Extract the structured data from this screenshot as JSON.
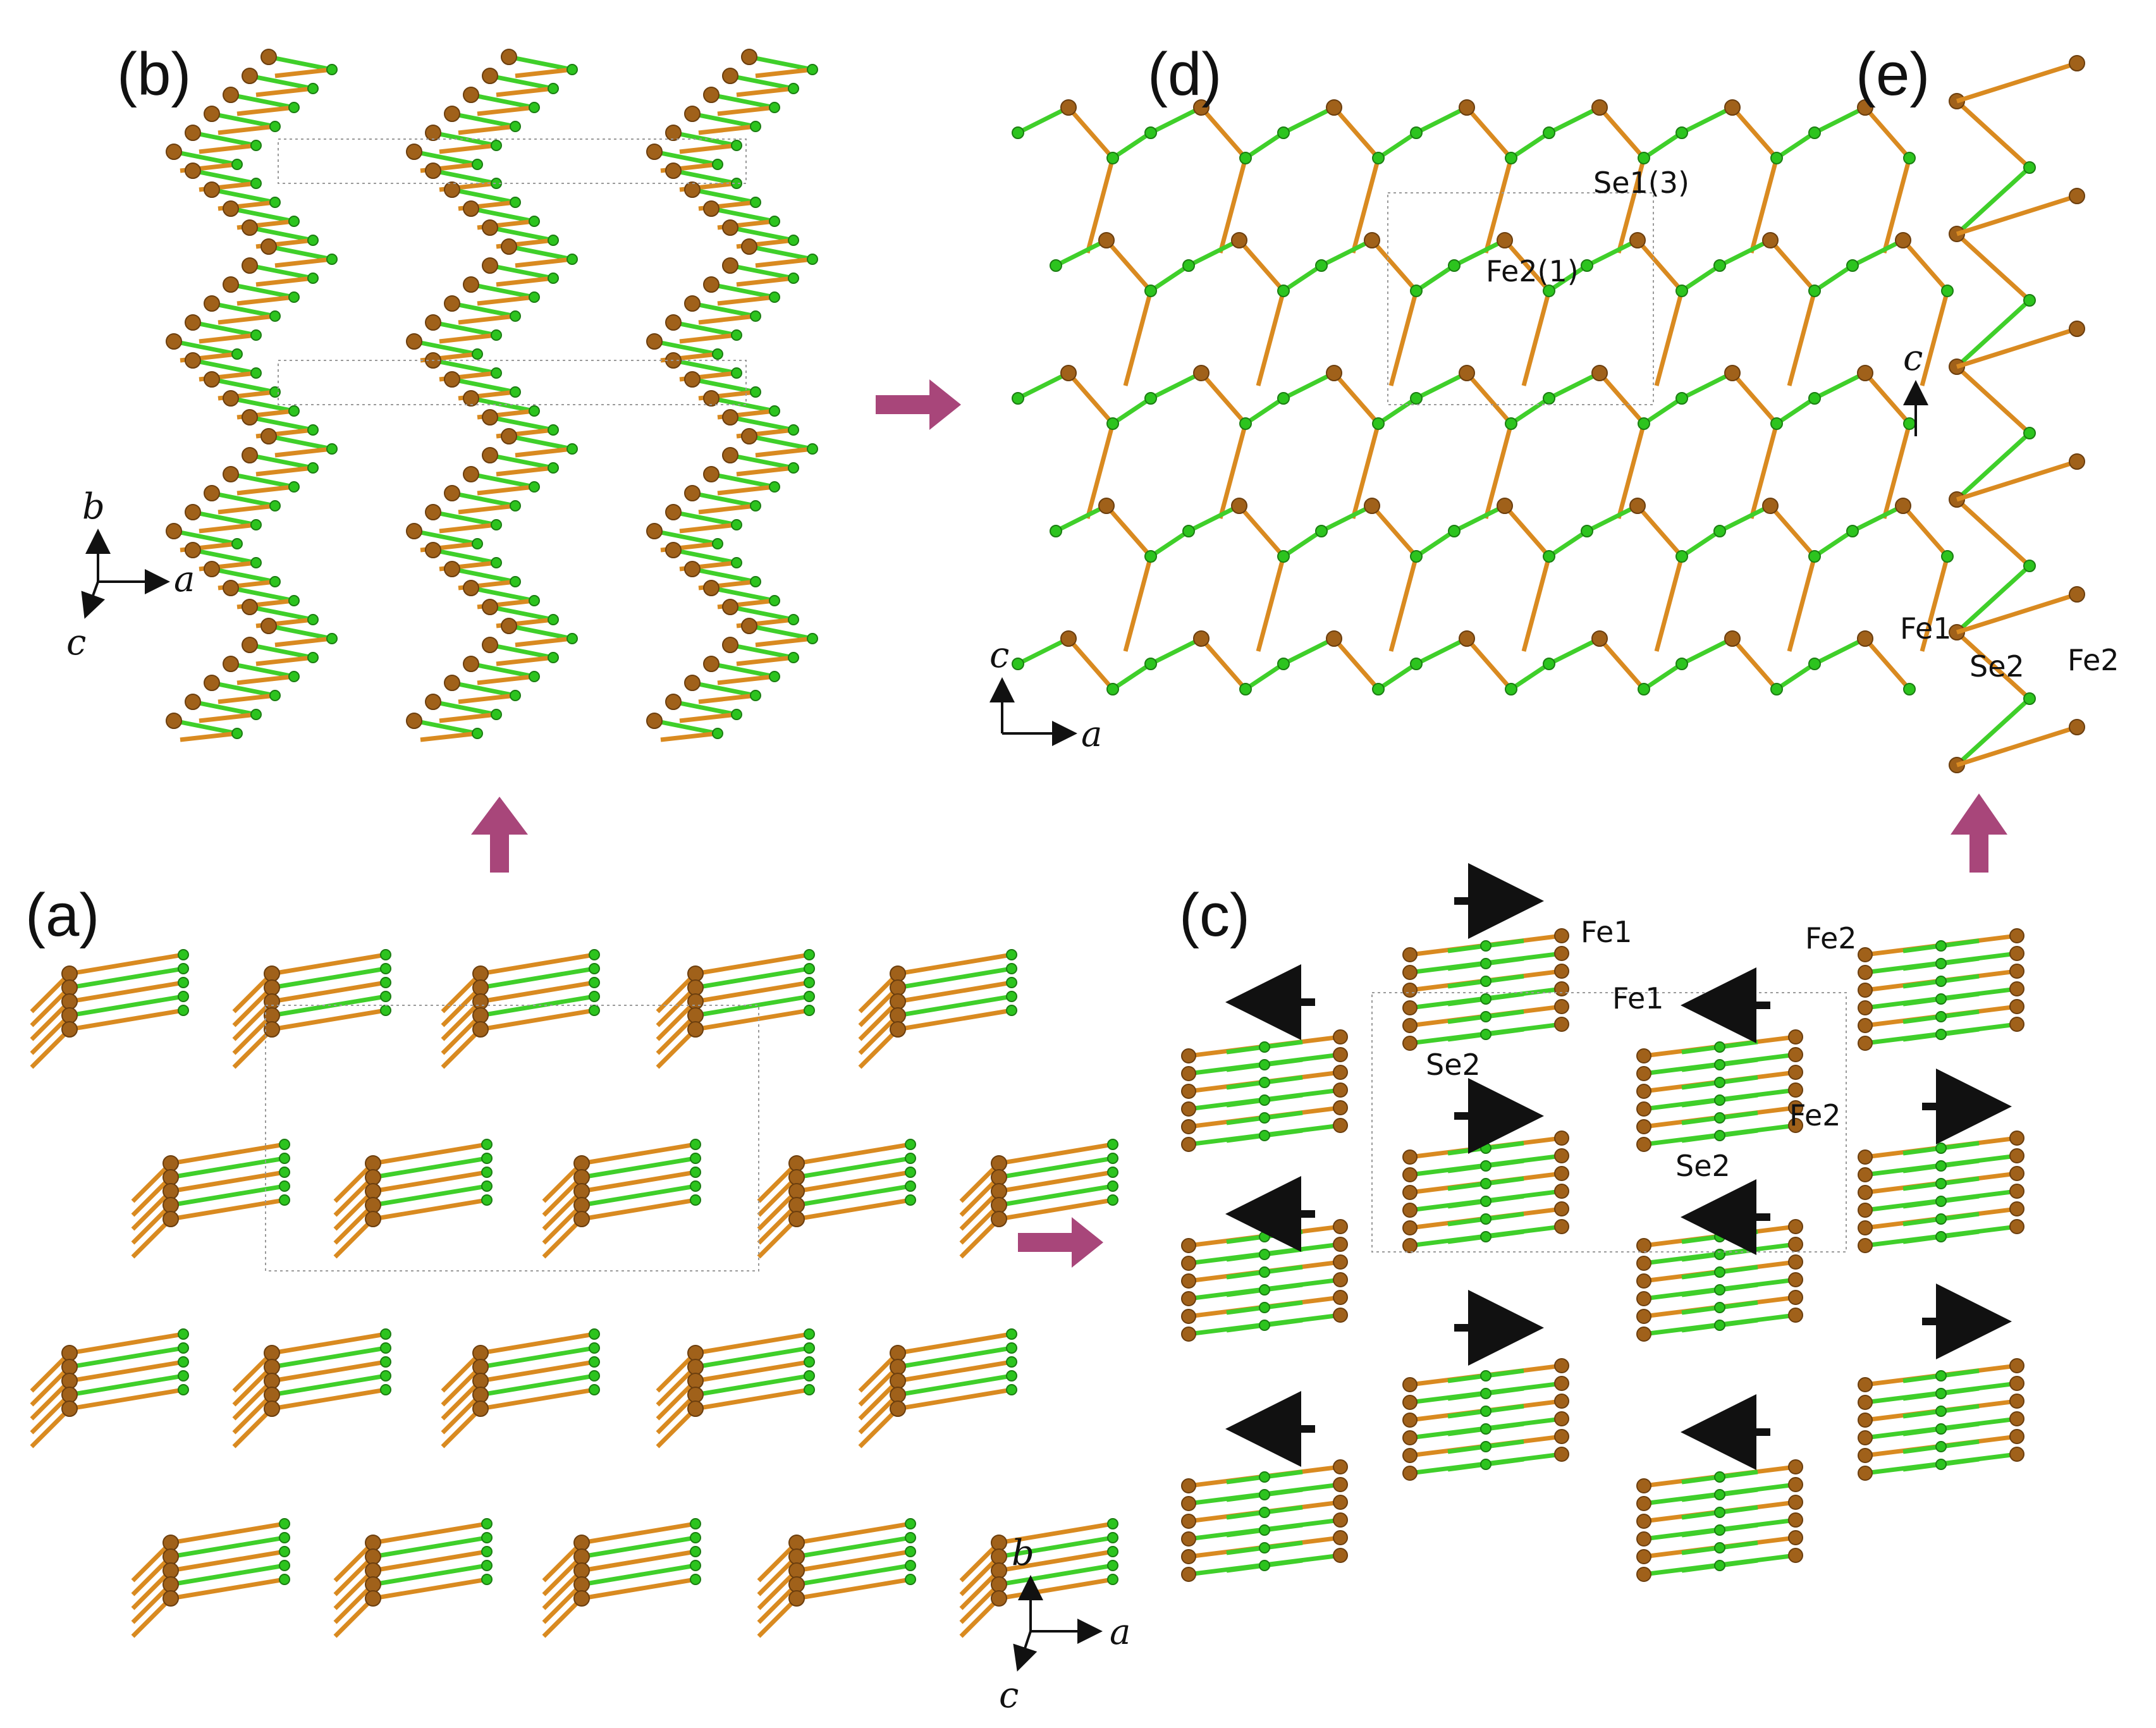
{
  "panels": {
    "a": "(a)",
    "b": "(b)",
    "c": "(c)",
    "d": "(d)",
    "e": "(e)"
  },
  "axes": {
    "a": "a",
    "b": "b",
    "c": "c"
  },
  "atom_labels": {
    "d_se1": "Se1(3)",
    "d_fe2": "Fe2(1)",
    "c_fe1_top": "Fe1",
    "c_fe1_mid": "Fe1",
    "c_fe2_top": "Fe2",
    "c_fe2_mid": "Fe2",
    "c_se2_left": "Se2",
    "c_se2_right": "Se2",
    "e_fe1": "Fe1",
    "e_se2": "Se2",
    "e_fe2": "Fe2"
  },
  "colors": {
    "fe_atom": "#a0611a",
    "se_atom": "#2cc41e",
    "fe_bond": "#d98a20",
    "se_bond": "#3fcf2a",
    "transition_arrow": "#a8467a",
    "spin_arrow": "#111111"
  }
}
